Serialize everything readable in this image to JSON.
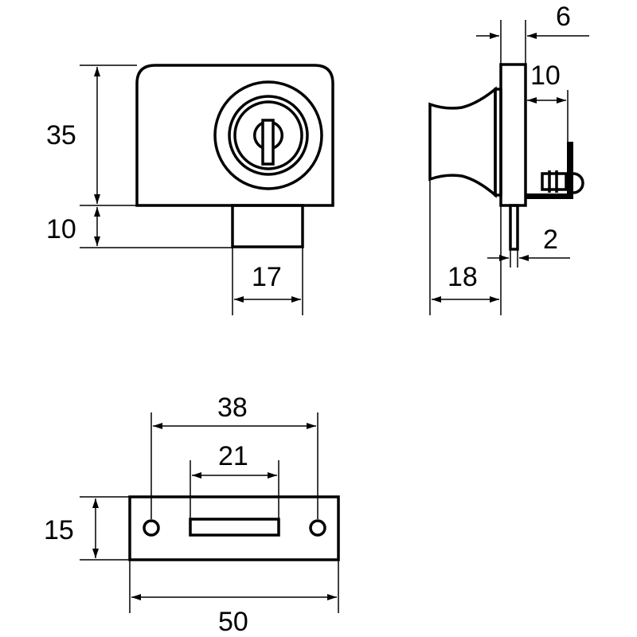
{
  "front_view": {
    "dim_height_body": "35",
    "dim_height_shaft": "10",
    "dim_width_shaft": "17"
  },
  "side_view": {
    "dim_plate": "6",
    "dim_gap": "10",
    "dim_pin": "2",
    "dim_depth": "18"
  },
  "strike_plate": {
    "dim_holes": "38",
    "dim_slot": "21",
    "dim_height": "15",
    "dim_width": "50"
  }
}
